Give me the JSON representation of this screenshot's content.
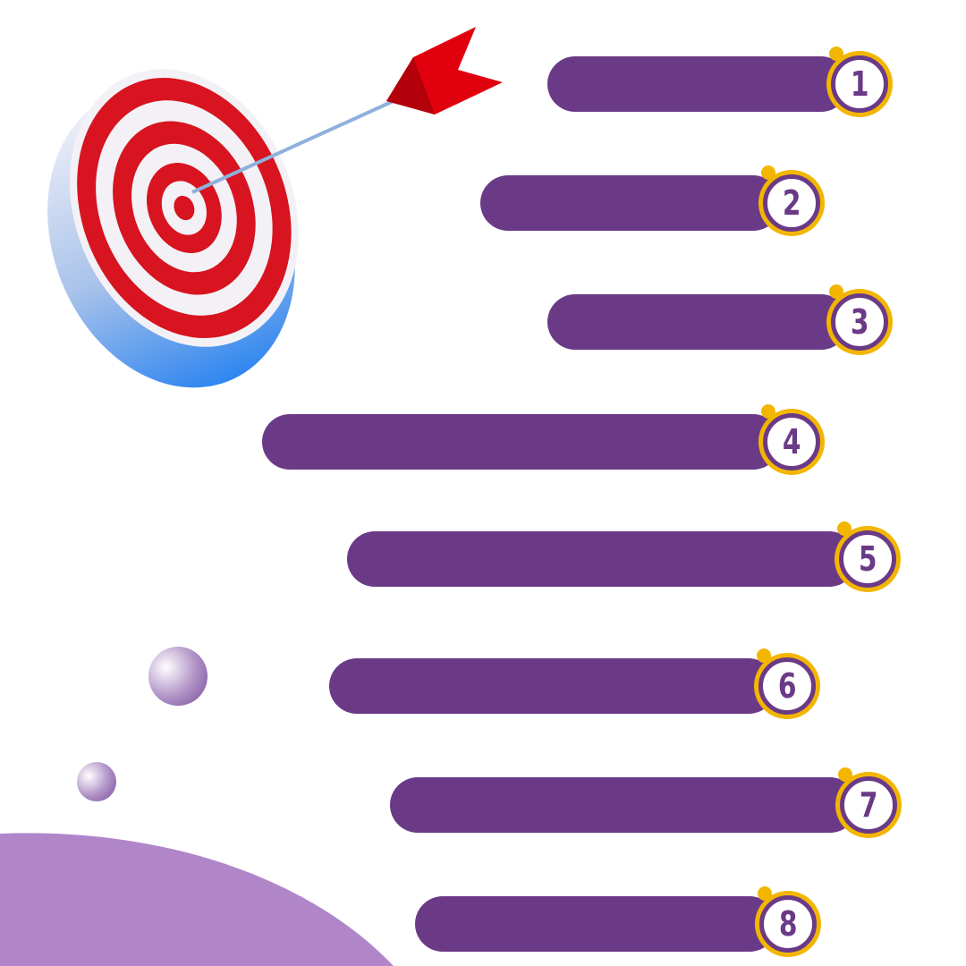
{
  "colors": {
    "bar": "#6b3a87",
    "badge_ring": "#f2b600",
    "badge_fill": "#ffffff",
    "target_red": "#d7141f",
    "target_white": "#f3f1f6",
    "target_side_blue": "#3f8fe8",
    "arrow_red": "#e0000e",
    "blob": "#b086c9"
  },
  "icons": {
    "target": "target-icon",
    "arrow": "arrow-icon"
  },
  "steps": [
    {
      "number": "1"
    },
    {
      "number": "2"
    },
    {
      "number": "3"
    },
    {
      "number": "4"
    },
    {
      "number": "5"
    },
    {
      "number": "6"
    },
    {
      "number": "7"
    },
    {
      "number": "8"
    }
  ]
}
